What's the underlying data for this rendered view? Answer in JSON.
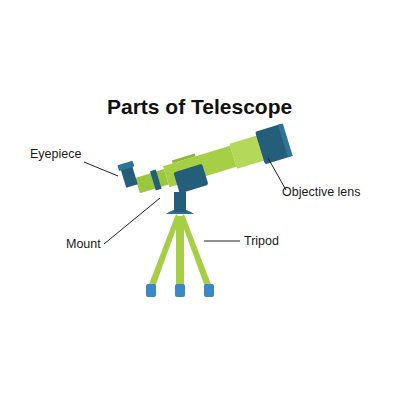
{
  "diagram": {
    "title": "Parts of Telescope",
    "labels": [
      "Eyepiece",
      "Objective lens",
      "Mount",
      "Tripod"
    ]
  }
}
